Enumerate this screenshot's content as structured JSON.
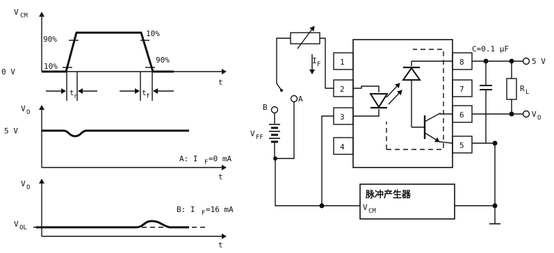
{
  "waveforms": {
    "vcm": {
      "ylabel": "V",
      "ylabel_sub": "CM",
      "xlabel": "t",
      "zero_label": "0  V",
      "pct_90_left": "90%",
      "pct_10_right": "10%",
      "pct_10_left": "10%",
      "pct_90_right": "90%",
      "tr_label": "t",
      "tr_sub": "r",
      "tf_label": "t",
      "tf_sub": "f"
    },
    "vo_a": {
      "ylabel": "V",
      "ylabel_sub": "O",
      "xlabel": "t",
      "level_label": "5  V",
      "cond_prefix": "A: I",
      "cond_sub": "F",
      "cond_value": "=0  mA"
    },
    "vo_b": {
      "ylabel": "V",
      "ylabel_sub": "O",
      "xlabel": "t",
      "level_label": "V",
      "level_sub": "OL",
      "cond_prefix": "B: I",
      "cond_sub": "F",
      "cond_value": "=16  mA"
    }
  },
  "circuit": {
    "pins": [
      "1",
      "2",
      "3",
      "4",
      "5",
      "6",
      "7",
      "8"
    ],
    "if_label": "I",
    "if_sub": "F",
    "switch_b": "B",
    "switch_a": "A",
    "vff_label": "V",
    "vff_sub": "FF",
    "cap_label": "C=0.1  µF",
    "supply_label": "5  V",
    "rl_label": "R",
    "rl_sub": "L",
    "vo_label": "V",
    "vo_sub": "O",
    "pulse_gen_title": "脉冲产生器",
    "pulse_gen_out": "V",
    "pulse_gen_out_sub": "CM"
  }
}
